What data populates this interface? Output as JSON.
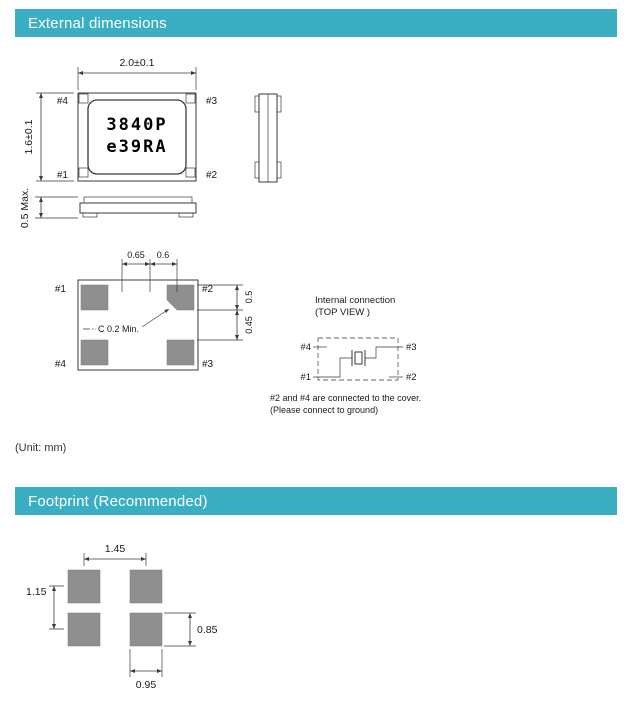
{
  "colors": {
    "header_bg": "#3aafc3",
    "header_text": "#ffffff",
    "pad_gray": "#8f8f8f",
    "lid_gray": "#d7d7d7",
    "line": "#3a3a3a"
  },
  "sections": {
    "external_title": "External dimensions",
    "footprint_title": "Footprint (Recommended)"
  },
  "unit_note": "(Unit: mm)",
  "top_view": {
    "dim_width": "2.0±0.1",
    "dim_height": "1.6±0.1",
    "marking_line1": "3840P",
    "marking_line2": "e39RA",
    "pin_top_left": "#4",
    "pin_top_right": "#3",
    "pin_bottom_left": "#1",
    "pin_bottom_right": "#2"
  },
  "side_view": {
    "dim_height": "0.5 Max."
  },
  "pad_view": {
    "dim_top_left": "0.65",
    "dim_top_right": "0.6",
    "dim_right_top": "0.5",
    "dim_right_bottom": "0.45",
    "chamfer_note": "C 0.2 Min.",
    "pin_top_left": "#1",
    "pin_top_right": "#2",
    "pin_bottom_left": "#4",
    "pin_bottom_right": "#3"
  },
  "internal_connection": {
    "title": "Internal connection",
    "subtitle": "(TOP VIEW )",
    "pin_top_left": "#4",
    "pin_top_right": "#3",
    "pin_bottom_left": "#1",
    "pin_bottom_right": "#2",
    "note_line1": "#2 and #4 are connected to the cover.",
    "note_line2": "(Please connect to ground)"
  },
  "footprint": {
    "dim_pitch_x": "1.45",
    "dim_pitch_y": "1.15",
    "dim_pad_height": "0.85",
    "dim_pad_width": "0.95"
  }
}
